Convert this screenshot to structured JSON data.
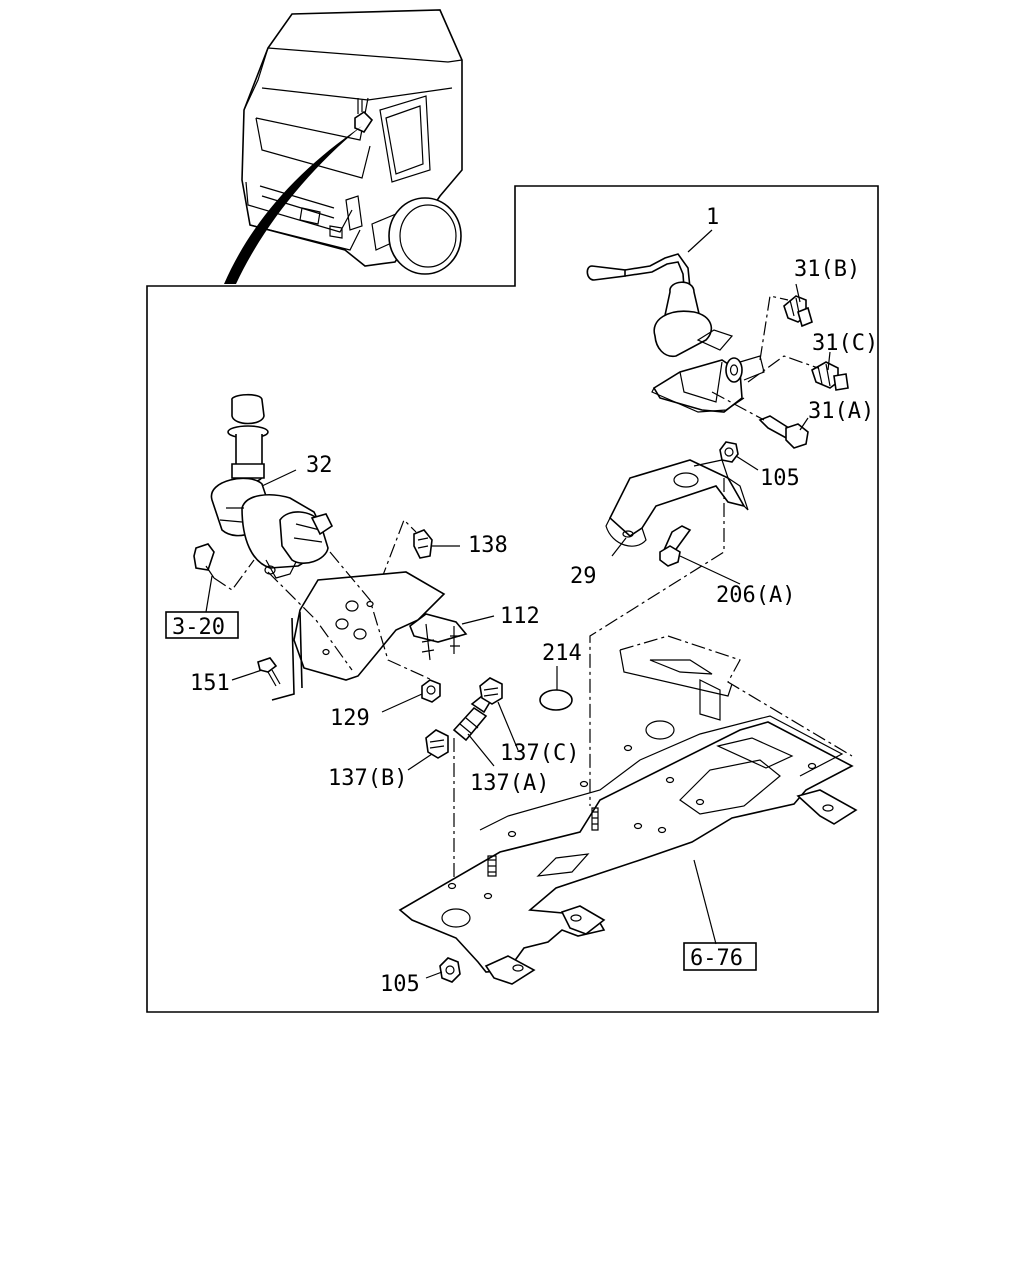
{
  "labels": {
    "l1": "1",
    "l31b": "31(B)",
    "l31c": "31(C)",
    "l31a": "31(A)",
    "l105top": "105",
    "l29": "29",
    "l206a": "206(A)",
    "l32": "32",
    "l138": "138",
    "l112": "112",
    "l214": "214",
    "l151": "151",
    "l129": "129",
    "l137c": "137(C)",
    "l137b": "137(B)",
    "l137a": "137(A)",
    "l105bot": "105"
  },
  "refs": {
    "r320": "3-20",
    "r676": "6-76"
  }
}
